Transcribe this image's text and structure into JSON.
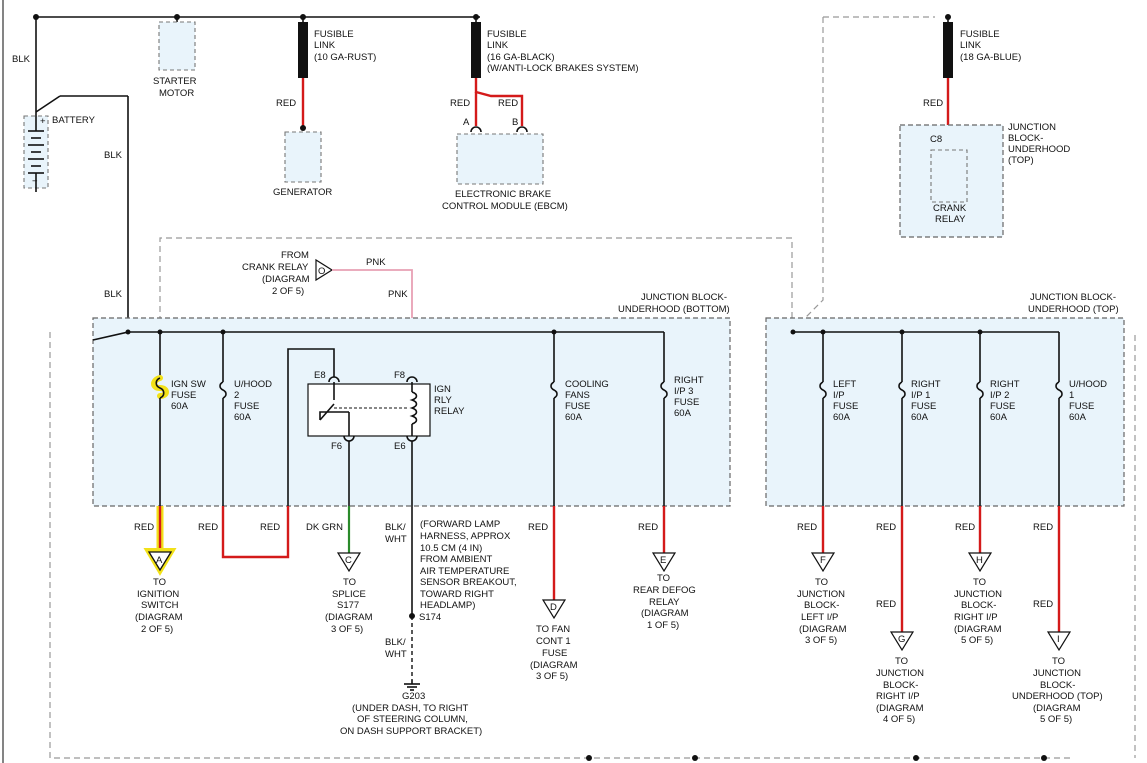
{
  "top": {
    "blk": "BLK",
    "battery": "BATTERY",
    "plus": "+",
    "minus": "−",
    "starter": [
      "STARTER",
      "MOTOR"
    ],
    "fl1": [
      "FUSIBLE",
      "LINK",
      "(10 GA-RUST)"
    ],
    "fl1_wire": "RED",
    "generator": "GENERATOR",
    "fl2": [
      "FUSIBLE",
      "LINK",
      "(16 GA-BLACK)",
      "(W/ANTI-LOCK BRAKES SYSTEM)"
    ],
    "fl2_wire_a": "RED",
    "fl2_wire_b": "RED",
    "pin_a": "A",
    "pin_b": "B",
    "ebcm": [
      "ELECTRONIC BRAKE",
      "CONTROL MODULE (EBCM)"
    ],
    "fl3": [
      "FUSIBLE",
      "LINK",
      "(18 GA-BLUE)"
    ],
    "fl3_wire": "RED",
    "c8": "C8",
    "jb_top_small": [
      "JUNCTION",
      "BLOCK-",
      "UNDERHOOD",
      "(TOP)"
    ],
    "crank_relay": [
      "CRANK",
      "RELAY"
    ]
  },
  "mid": {
    "blk1": "BLK",
    "blk2": "BLK",
    "from_crank": [
      "FROM",
      "CRANK RELAY",
      "(DIAGRAM",
      "2 OF 5)"
    ],
    "conn_o": "O",
    "pnk1": "PNK",
    "pnk2": "PNK",
    "jb_bottom": [
      "JUNCTION BLOCK-",
      "UNDERHOOD (BOTTOM)"
    ],
    "jb_top": [
      "JUNCTION BLOCK-",
      "UNDERHOOD (TOP)"
    ]
  },
  "fuses_left": [
    {
      "label": [
        "IGN SW",
        "FUSE",
        "60A"
      ]
    },
    {
      "label": [
        "U/HOOD",
        "2",
        "FUSE",
        "60A"
      ]
    },
    {
      "label": [
        "COOLING",
        "FANS",
        "FUSE",
        "60A"
      ]
    },
    {
      "label": [
        "RIGHT",
        "I/P 3",
        "FUSE",
        "60A"
      ]
    }
  ],
  "relay": {
    "e8": "E8",
    "f8": "F8",
    "f6": "F6",
    "e6": "E6",
    "label": [
      "IGN",
      "RLY",
      "RELAY"
    ]
  },
  "fuses_right": [
    {
      "label": [
        "LEFT",
        "I/P",
        "FUSE",
        "60A"
      ]
    },
    {
      "label": [
        "RIGHT",
        "I/P 1",
        "FUSE",
        "60A"
      ]
    },
    {
      "label": [
        "RIGHT",
        "I/P 2",
        "FUSE",
        "60A"
      ]
    },
    {
      "label": [
        "U/HOOD",
        "1",
        "FUSE",
        "60A"
      ]
    }
  ],
  "bottom": {
    "red_a": "RED",
    "conn_a": "A",
    "ign_switch": [
      "TO",
      "IGNITION",
      "SWITCH",
      "(DIAGRAM",
      "2 OF 5)"
    ],
    "red_b1": "RED",
    "red_b2": "RED",
    "dkgrn": "DK GRN",
    "conn_c": "C",
    "splice": [
      "TO",
      "SPLICE",
      "S177",
      "(DIAGRAM",
      "3 OF 5)"
    ],
    "blkwht1": [
      "BLK/",
      "WHT"
    ],
    "harness": [
      "(FORWARD LAMP",
      "HARNESS, APPROX",
      "10.5 CM (4 IN)",
      "FROM AMBIENT",
      "AIR TEMPERATURE",
      "SENSOR BREAKOUT,",
      "TOWARD RIGHT",
      "HEADLAMP)"
    ],
    "s174": "S174",
    "blkwht2": [
      "BLK/",
      "WHT"
    ],
    "g203": [
      "G203",
      "(UNDER DASH, TO RIGHT",
      "OF STEERING COLUMN,",
      "ON DASH SUPPORT BRACKET)"
    ],
    "red_d": "RED",
    "conn_d": "D",
    "fan": [
      "TO FAN",
      "CONT 1",
      "FUSE",
      "(DIAGRAM",
      "3 OF 5)"
    ],
    "red_e": "RED",
    "conn_e": "E",
    "defog": [
      "TO",
      "REAR DEFOG",
      "RELAY",
      "(DIAGRAM",
      "1 OF 5)"
    ],
    "red_f": "RED",
    "conn_f": "F",
    "jb_left": [
      "TO",
      "JUNCTION",
      "BLOCK-",
      "LEFT I/P",
      "(DIAGRAM",
      "3 OF 5)"
    ],
    "red_g1": "RED",
    "red_g2": "RED",
    "conn_g": "G",
    "jb_right1": [
      "TO",
      "JUNCTION",
      "BLOCK-",
      "RIGHT I/P",
      "(DIAGRAM",
      "4 OF 5)"
    ],
    "red_h": "RED",
    "conn_h": "H",
    "jb_right2": [
      "TO",
      "JUNCTION",
      "BLOCK-",
      "RIGHT I/P",
      "(DIAGRAM",
      "5 OF 5)"
    ],
    "red_i1": "RED",
    "red_i2": "RED",
    "conn_i": "I",
    "jb_top2": [
      "TO",
      "JUNCTION",
      "BLOCK-",
      "UNDERHOOD (TOP)",
      "(DIAGRAM",
      "5 OF 5)"
    ]
  }
}
